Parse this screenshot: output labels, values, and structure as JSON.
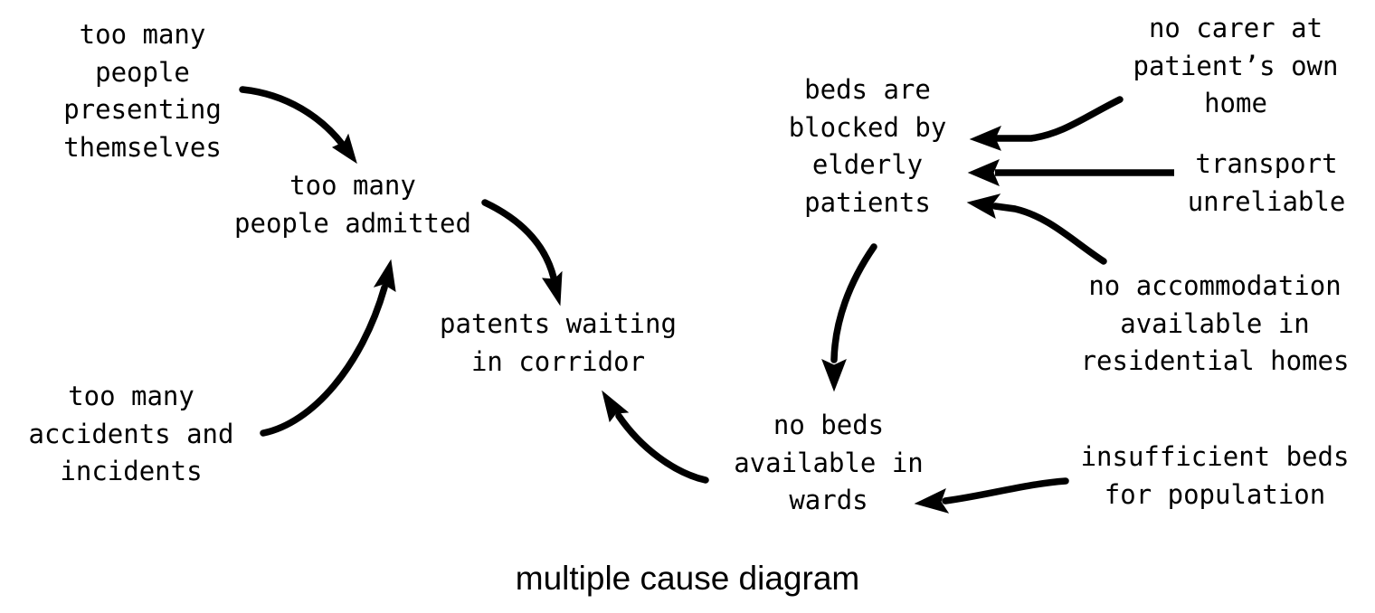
{
  "diagram": {
    "title": "multiple cause diagram",
    "stroke_color": "#000000",
    "background_color": "#ffffff",
    "nodes": [
      {
        "id": "people-presenting",
        "label": "too many\npeople\npresenting\nthemselves"
      },
      {
        "id": "people-admitted",
        "label": "too many\npeople admitted"
      },
      {
        "id": "accidents",
        "label": "too many\naccidents and\nincidents"
      },
      {
        "id": "patents-corridor",
        "label": "patents waiting\nin corridor"
      },
      {
        "id": "beds-blocked",
        "label": "beds are\nblocked by\nelderly\npatients"
      },
      {
        "id": "no-beds-wards",
        "label": "no beds\navailable in\nwards"
      },
      {
        "id": "no-carer",
        "label": "no carer at\npatient’s own\nhome"
      },
      {
        "id": "transport",
        "label": "transport\nunreliable"
      },
      {
        "id": "no-accommodation",
        "label": "no accommodation\navailable in\nresidential homes"
      },
      {
        "id": "insufficient-beds",
        "label": "insufficient beds\nfor population"
      }
    ],
    "edges": [
      {
        "id": "edge-presenting-to-admitted",
        "from": "people-presenting",
        "to": "people-admitted"
      },
      {
        "id": "edge-accidents-to-admitted",
        "from": "accidents",
        "to": "people-admitted"
      },
      {
        "id": "edge-admitted-to-corridor",
        "from": "people-admitted",
        "to": "patents-corridor"
      },
      {
        "id": "edge-nobeds-to-corridor",
        "from": "no-beds-wards",
        "to": "patents-corridor"
      },
      {
        "id": "edge-bedsblocked-to-nobeds",
        "from": "beds-blocked",
        "to": "no-beds-wards"
      },
      {
        "id": "edge-nocarer-to-bedsblocked",
        "from": "no-carer",
        "to": "beds-blocked"
      },
      {
        "id": "edge-transport-to-bedsblocked",
        "from": "transport",
        "to": "beds-blocked"
      },
      {
        "id": "edge-accommodation-to-bedsblocked",
        "from": "no-accommodation",
        "to": "beds-blocked"
      },
      {
        "id": "edge-insufficient-to-nobeds",
        "from": "insufficient-beds",
        "to": "no-beds-wards"
      }
    ]
  }
}
